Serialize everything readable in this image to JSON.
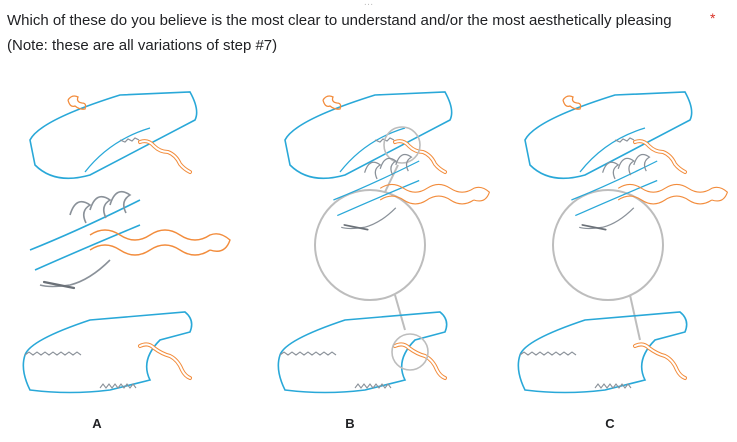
{
  "question": {
    "title": "Which of these do you believe is the most clear to understand and/or the most aesthetically pleasing (Note: these are all variations of step #7)",
    "required_marker": "*",
    "drag_handle": "…"
  },
  "options": [
    {
      "label": "A"
    },
    {
      "label": "B"
    },
    {
      "label": "C"
    }
  ],
  "colors": {
    "fabric": "#29a8d8",
    "cord": "#f28c3c",
    "thread": "#8a9199",
    "magnifier": "#bdbdbd",
    "required": "#d93025"
  }
}
